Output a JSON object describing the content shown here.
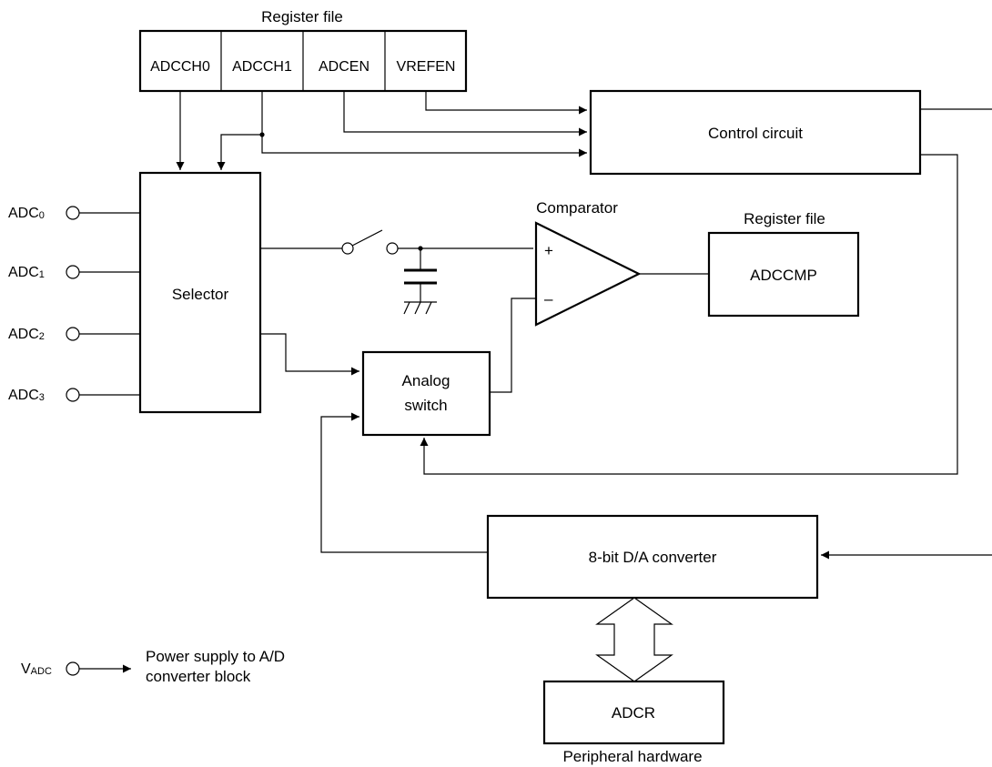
{
  "register_file_top": {
    "title": "Register file",
    "cells": [
      "ADCCH0",
      "ADCCH1",
      "ADCEN",
      "VREFEN"
    ]
  },
  "control_circuit": "Control circuit",
  "selector": "Selector",
  "inputs": [
    {
      "main": "ADC",
      "sub": "0"
    },
    {
      "main": "ADC",
      "sub": "1"
    },
    {
      "main": "ADC",
      "sub": "2"
    },
    {
      "main": "ADC",
      "sub": "3"
    }
  ],
  "comparator": {
    "title": "Comparator",
    "plus": "+",
    "minus": "–"
  },
  "register_file_right": {
    "title": "Register file",
    "name": "ADCCMP"
  },
  "analog_switch": {
    "line1": "Analog",
    "line2": "switch"
  },
  "dac": "8-bit D/A converter",
  "adcr": "ADCR",
  "peripheral_hardware": "Peripheral hardware",
  "power": {
    "pin_main": "V",
    "pin_sub": "ADC",
    "line1": "Power supply to A/D",
    "line2": "converter block"
  }
}
